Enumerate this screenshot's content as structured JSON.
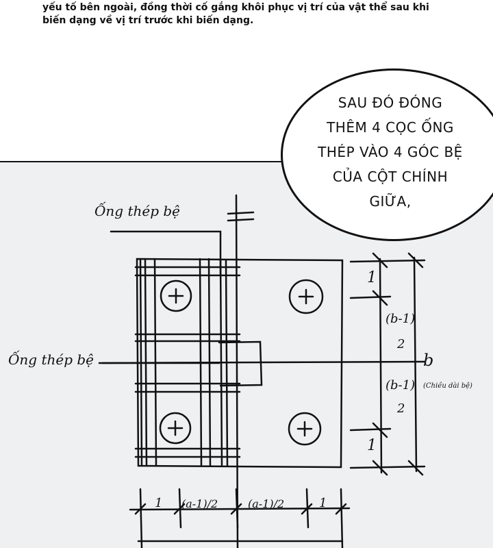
{
  "caption": {
    "line1": "yếu tố bên ngoài, đồng thời cố gắng khôi phục vị trí của vật thể sau khi",
    "line2": "biến dạng về vị trí trước khi biến dạng."
  },
  "speech_bubble": {
    "line1": "SAU ĐÓ ĐÓNG",
    "line2": "THÊM 4 CỌC ỐNG",
    "line3": "THÉP VÀO 4 GÓC BỆ",
    "line4": "CỦA CỘT CHÍNH",
    "line5": "GIỮA,"
  },
  "diagram": {
    "label_top": "Ống thép bệ",
    "label_left": "Ống thép bệ",
    "dim_b": "b",
    "dim_b_note": "(Chiều dài bệ)",
    "dim_right_top": "1",
    "dim_right_mid1_num": "(b-1)",
    "dim_right_mid1_den": "2",
    "dim_right_mid2_num": "(b-1)",
    "dim_right_mid2_den": "2",
    "dim_right_bottom": "1",
    "dim_bottom_1": "1",
    "dim_bottom_2": "(a-1)/2",
    "dim_bottom_3": "(a-1)/2",
    "dim_bottom_4": "1",
    "pile_symbol": "+"
  }
}
